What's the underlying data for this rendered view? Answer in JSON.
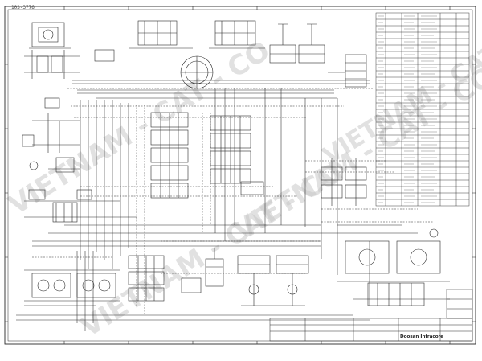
{
  "diagram": {
    "type": "hydraulic-schematic",
    "line_color": "#2a2a2a",
    "background": "#ffffff",
    "drawing_ref": "103-3776",
    "title_block": {
      "company": "Doosan Infracore"
    },
    "watermark": {
      "text": "VIETNAM - CAT - CO",
      "color": "#cfcfcf"
    }
  }
}
